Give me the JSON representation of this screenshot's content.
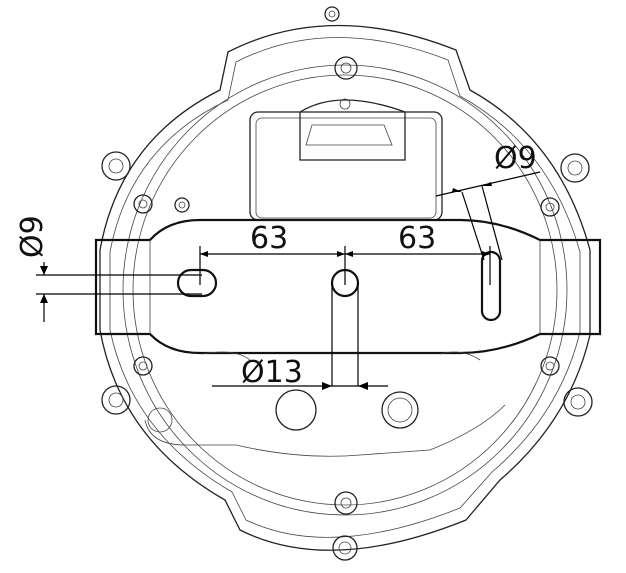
{
  "dimensions": {
    "slot_left_diameter": "Ø9",
    "spacing_left": "63",
    "spacing_right": "63",
    "slot_right_diameter": "Ø9",
    "center_hole_diameter": "Ø13"
  }
}
